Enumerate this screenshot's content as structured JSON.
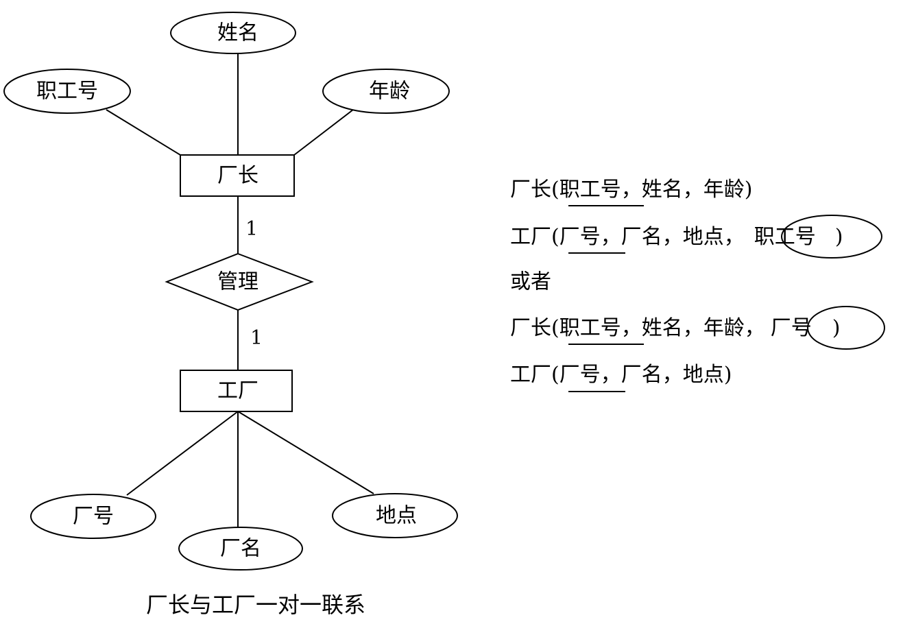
{
  "entities": {
    "director": "厂长",
    "factory": "工厂"
  },
  "relationship": "管理",
  "cardinality": {
    "director_side": "1",
    "factory_side": "1"
  },
  "attributes": {
    "staff_no": "职工号",
    "name": "姓名",
    "age": "年龄",
    "factory_no": "厂号",
    "factory_name": "厂名",
    "location": "地点"
  },
  "caption": "厂长与工厂一对一联系",
  "schemas": {
    "option1": {
      "director": {
        "prefix": "厂长(",
        "pk": "职工号",
        "rest": "，姓名，年龄)"
      },
      "factory": {
        "prefix": "工厂(",
        "pk": "厂号",
        "mid": "，厂名，地点，",
        "fk": "职工号",
        "suffix": ")"
      }
    },
    "separator": "或者",
    "option2": {
      "director": {
        "prefix": "厂长(",
        "pk": "职工号",
        "mid": "，姓名，年龄，",
        "fk": "厂号",
        "suffix": ")"
      },
      "factory": {
        "prefix": "工厂(",
        "pk": "厂号",
        "rest": "，厂名，地点)"
      }
    }
  }
}
